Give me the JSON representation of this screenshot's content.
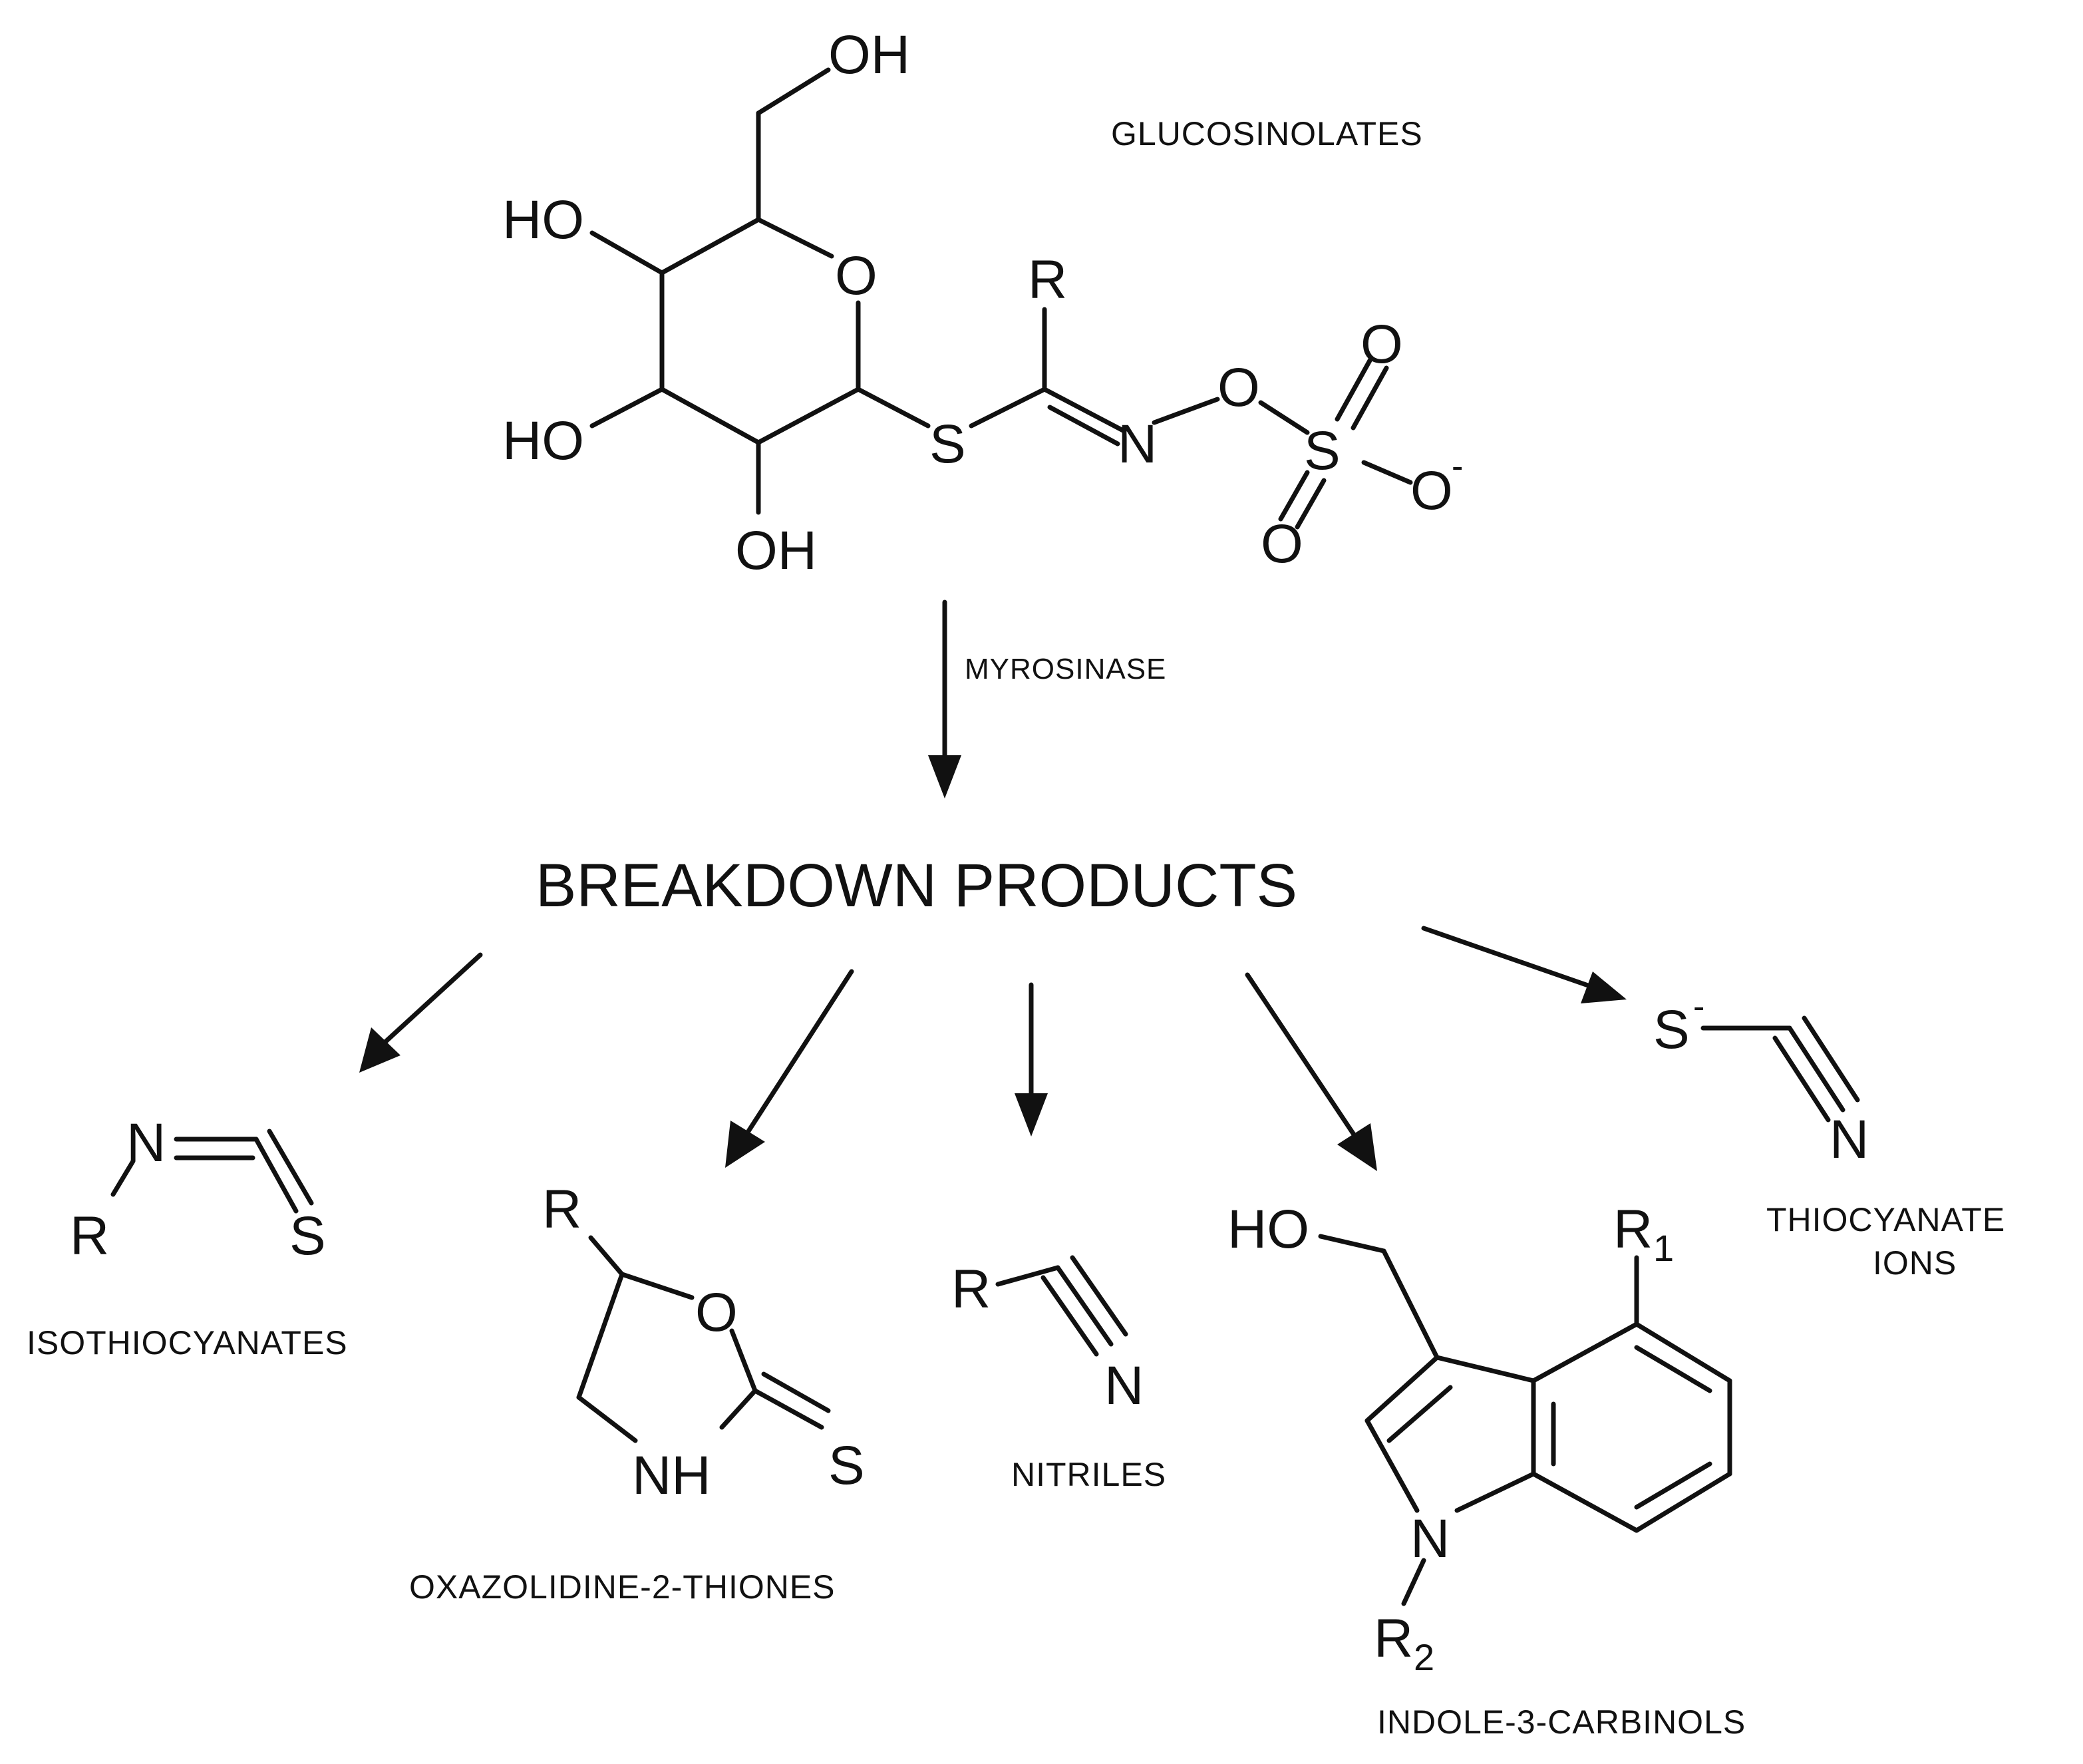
{
  "labels": {
    "glucosinolates": "GLUCOSINOLATES",
    "enzyme": "MYROSINASE",
    "breakdown": "BREAKDOWN PRODUCTS",
    "isothiocyanates": "ISOTHIOCYANATES",
    "oxazolidine": "OXAZOLIDINE-2-THIONES",
    "nitriles": "NITRILES",
    "indole": "INDOLE-3-CARBINOLS",
    "thiocyanate_line1": "THIOCYANATE",
    "thiocyanate_line2": "IONS"
  },
  "atoms": {
    "oh": "OH",
    "ho": "HO",
    "o": "O",
    "s": "S",
    "n": "N",
    "r": "R",
    "nh": "NH",
    "minus": "-",
    "one": "1",
    "two": "2"
  },
  "colors": {
    "ink": "#111111",
    "background": "#ffffff"
  }
}
